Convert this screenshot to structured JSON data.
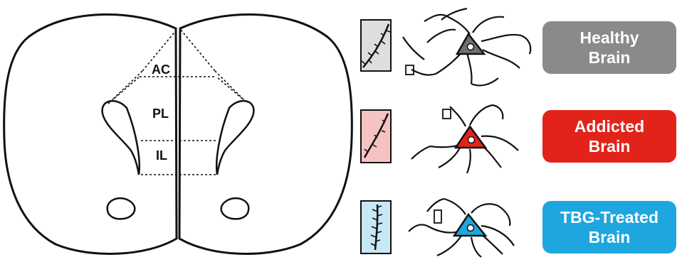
{
  "brain_section": {
    "regions": {
      "ac": "AC",
      "pl": "PL",
      "il": "IL"
    }
  },
  "conditions": [
    {
      "line1": "Healthy",
      "line2": "Brain",
      "color": "#8a8a8a",
      "dendrite_fill": "#dedede"
    },
    {
      "line1": "Addicted",
      "line2": "Brain",
      "color": "#e2231a",
      "dendrite_fill": "#f6c3c3"
    },
    {
      "line1": "TBG-Treated",
      "line2": "Brain",
      "color": "#1ea6df",
      "dendrite_fill": "#c7e8f6"
    }
  ]
}
